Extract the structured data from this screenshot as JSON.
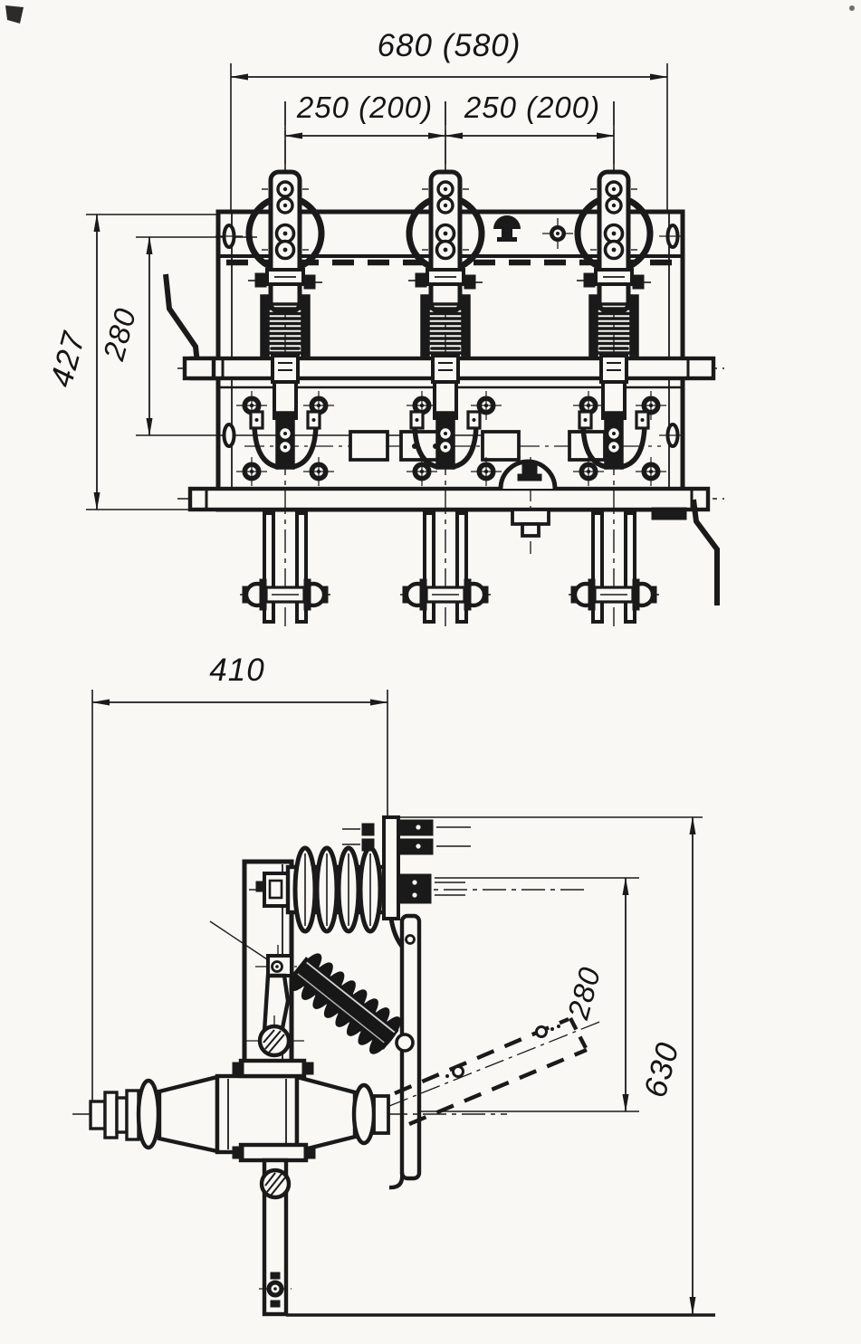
{
  "meta": {
    "drawing_type": "switch-disconnector outline drawing, front and side views"
  },
  "dims": {
    "front": {
      "overall_width": "680 (580)",
      "phase_spacing_left": "250 (200)",
      "phase_spacing_right": "250 (200)",
      "frame_height": "427",
      "mounting_spacing": "280"
    },
    "side": {
      "frame_depth": "410",
      "upper_height": "280",
      "overall_height": "630"
    }
  },
  "colors": {
    "line": "#1a1a1a",
    "background": "#f9f8f5"
  }
}
